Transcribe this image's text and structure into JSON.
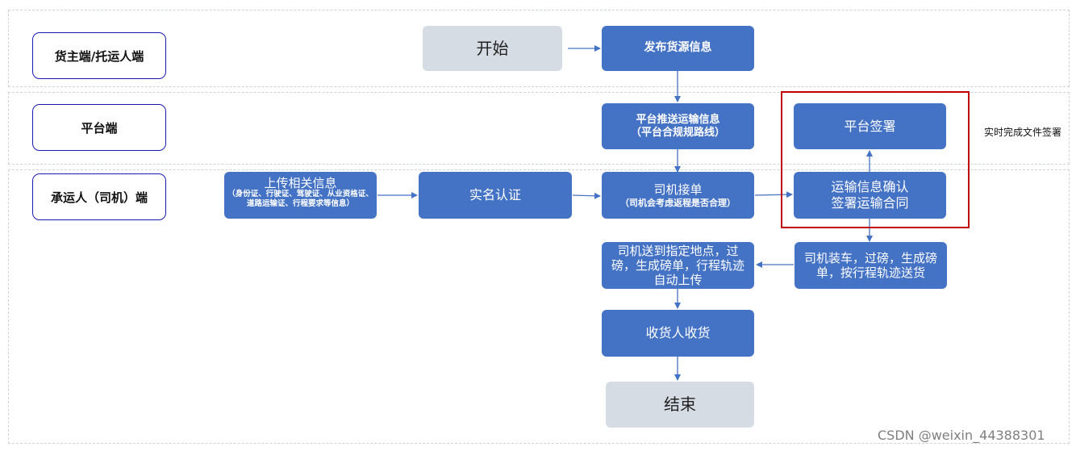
{
  "lanes": {
    "shipper": "货主端/托运人端",
    "platform": "平台端",
    "carrier": "承运人（司机）端"
  },
  "nodes": {
    "start": "开始",
    "publish": "发布货源信息",
    "platform_push_line1": "平台推送运输信息",
    "platform_push_line2": "（平台合规规路线）",
    "platform_sign": "平台签署",
    "upload_title": "上传相关信息",
    "upload_detail": "（身份证、行驶证、驾驶证、从业资格证、道路运输证、行程要求等信息）",
    "realname": "实名认证",
    "accept_line1": "司机接单",
    "accept_line2": "（司机会考虑返程是否合理）",
    "confirm_line1": "运输信息确认",
    "confirm_line2": "签署运输合同",
    "deliver": "司机送到指定地点，过磅，生成磅单，行程轨迹自动上传",
    "load": "司机装车，过磅，生成磅单，按行程轨迹送货",
    "receive": "收货人收货",
    "end": "结束"
  },
  "note": "实时完成文件签署",
  "watermark": "CSDN @weixin_44388301",
  "colors": {
    "node_blue": "#4472c4",
    "node_gray": "#d6dce4",
    "highlight_red": "#c00000",
    "role_border": "#1a1ab0",
    "lane_dash": "#cfd2d6"
  }
}
